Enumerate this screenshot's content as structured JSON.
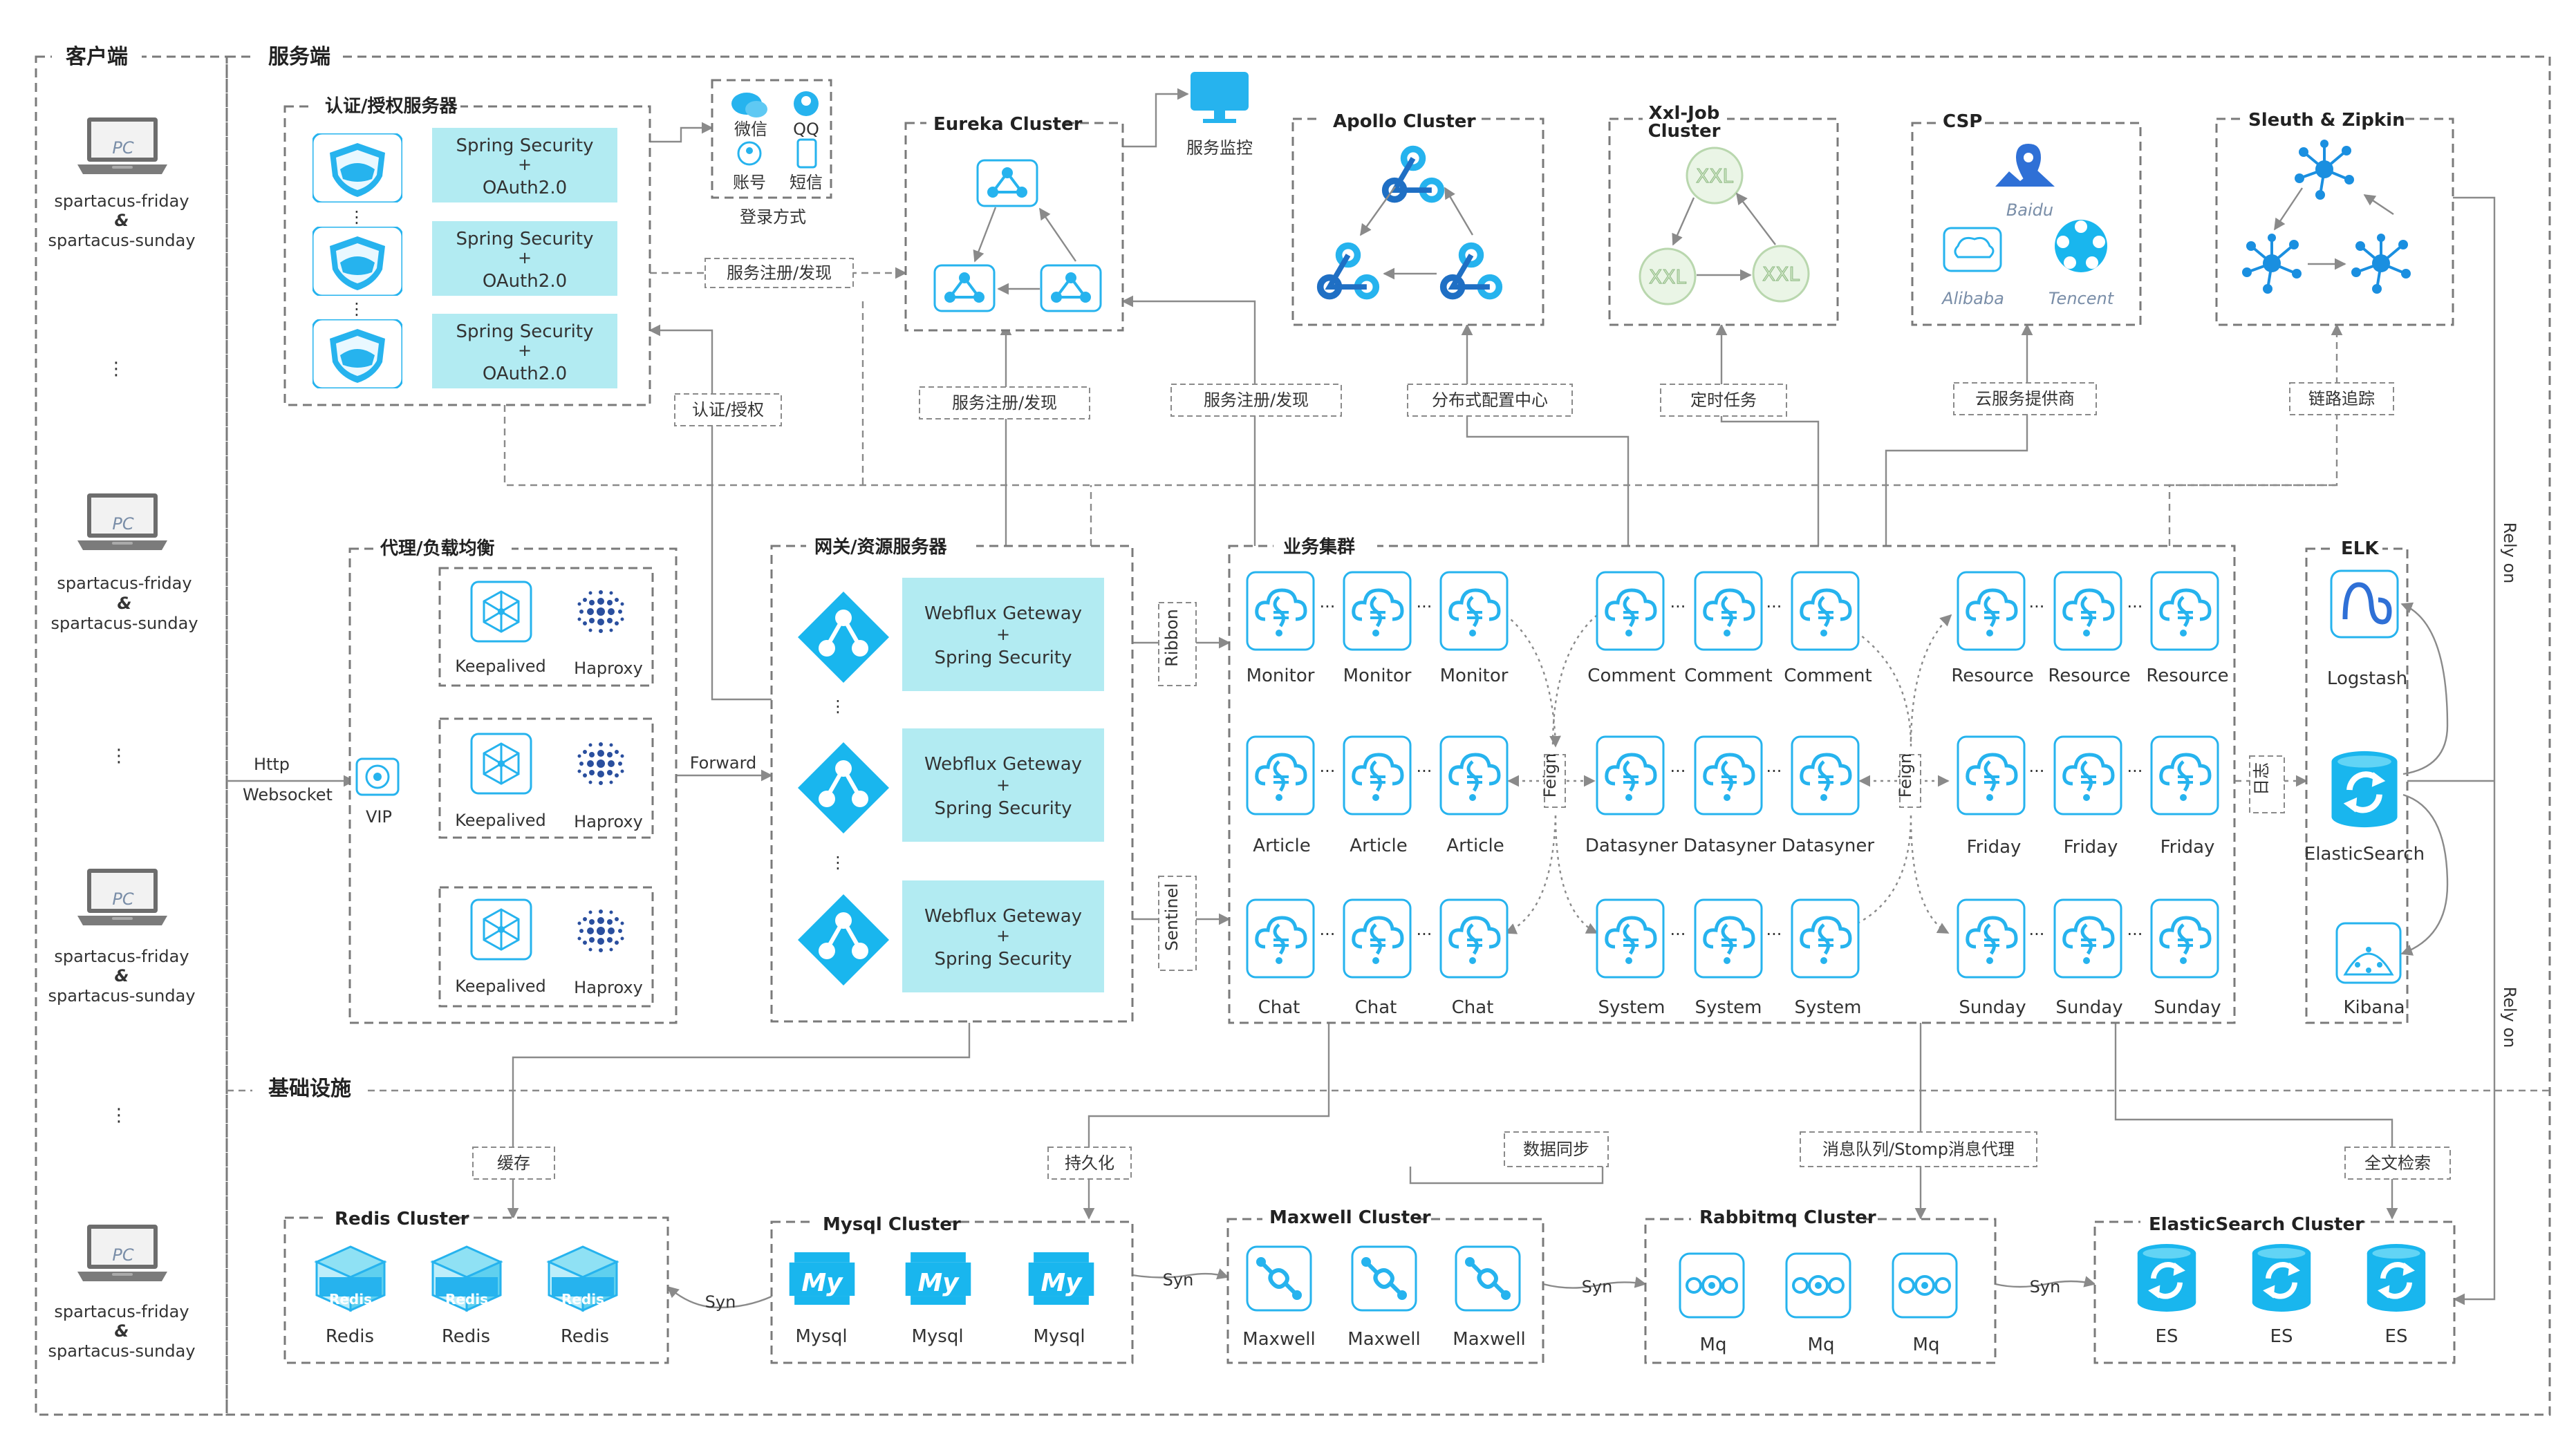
{
  "sections": {
    "client": "客户端",
    "server": "服务端",
    "infra": "基础设施"
  },
  "clients": {
    "pc_label": "PC",
    "line1": "spartacus-friday",
    "amp": "&",
    "line2": "spartacus-sunday",
    "ellipsis": "⋮"
  },
  "auth": {
    "title": "认证/授权服务器",
    "box_line1": "Spring Security",
    "box_plus": "+",
    "box_line2": "OAuth2.0",
    "ellipsis": "⋮"
  },
  "login": {
    "wechat": "微信",
    "qq": "QQ",
    "account": "账号",
    "sms": "短信",
    "caption": "登录方式"
  },
  "eureka": {
    "title": "Eureka Cluster",
    "monitor": "服务监控"
  },
  "apollo": {
    "title": "Apollo Cluster"
  },
  "xxl": {
    "title_line1": "Xxl-Job",
    "title_line2": "Cluster",
    "node": "XXL"
  },
  "csp": {
    "title": "CSP",
    "baidu": "Baidu",
    "alibaba": "Alibaba",
    "tencent": "Tencent"
  },
  "sleuth": {
    "title": "Sleuth & Zipkin"
  },
  "tags": {
    "reg1": "服务注册/发现",
    "reg2": "服务注册/发现",
    "reg3": "服务注册/发现",
    "auth": "认证/授权",
    "config": "分布式配置中心",
    "job": "定时任务",
    "cloud": "云服务提供商",
    "trace": "链路追踪",
    "ribbon": "Ribbon",
    "sentinel": "Sentinel",
    "feign": "Feign",
    "log": "日志",
    "cache": "缓存",
    "persist": "持久化",
    "datasync": "数据同步",
    "mq": "消息队列/Stomp消息代理",
    "fulltext": "全文检索",
    "relyon": "Rely on",
    "syn": "Syn",
    "forward": "Forward",
    "http": "Http",
    "websocket": "Websocket"
  },
  "proxy": {
    "title": "代理/负载均衡",
    "keepalived": "Keepalived",
    "haproxy": "Haproxy",
    "vip": "VIP"
  },
  "gateway": {
    "title": "网关/资源服务器",
    "line1": "Webflux Geteway",
    "plus": "+",
    "line2": "Spring Security",
    "ellipsis": "⋮"
  },
  "biz": {
    "title": "业务集群",
    "monitor": "Monitor",
    "comment": "Comment",
    "resource": "Resource",
    "article": "Article",
    "datasyner": "Datasyner",
    "friday": "Friday",
    "chat": "Chat",
    "system": "System",
    "sunday": "Sunday",
    "dots": "···"
  },
  "elk": {
    "title": "ELK",
    "logstash": "Logstash",
    "es": "ElasticSearch",
    "kibana": "Kibana"
  },
  "redis": {
    "title": "Redis Cluster",
    "node": "Redis"
  },
  "mysql": {
    "title": "Mysql Cluster",
    "node": "Mysql",
    "logo": "My"
  },
  "maxwell": {
    "title": "Maxwell Cluster",
    "node": "Maxwell"
  },
  "rabbit": {
    "title": "Rabbitmq Cluster",
    "node": "Mq"
  },
  "esc": {
    "title": "ElasticSearch Cluster",
    "node": "ES"
  },
  "colors": {
    "accent": "#26b3ee",
    "cyan_box": "#b2ebf2",
    "line": "#8a8a8a"
  }
}
